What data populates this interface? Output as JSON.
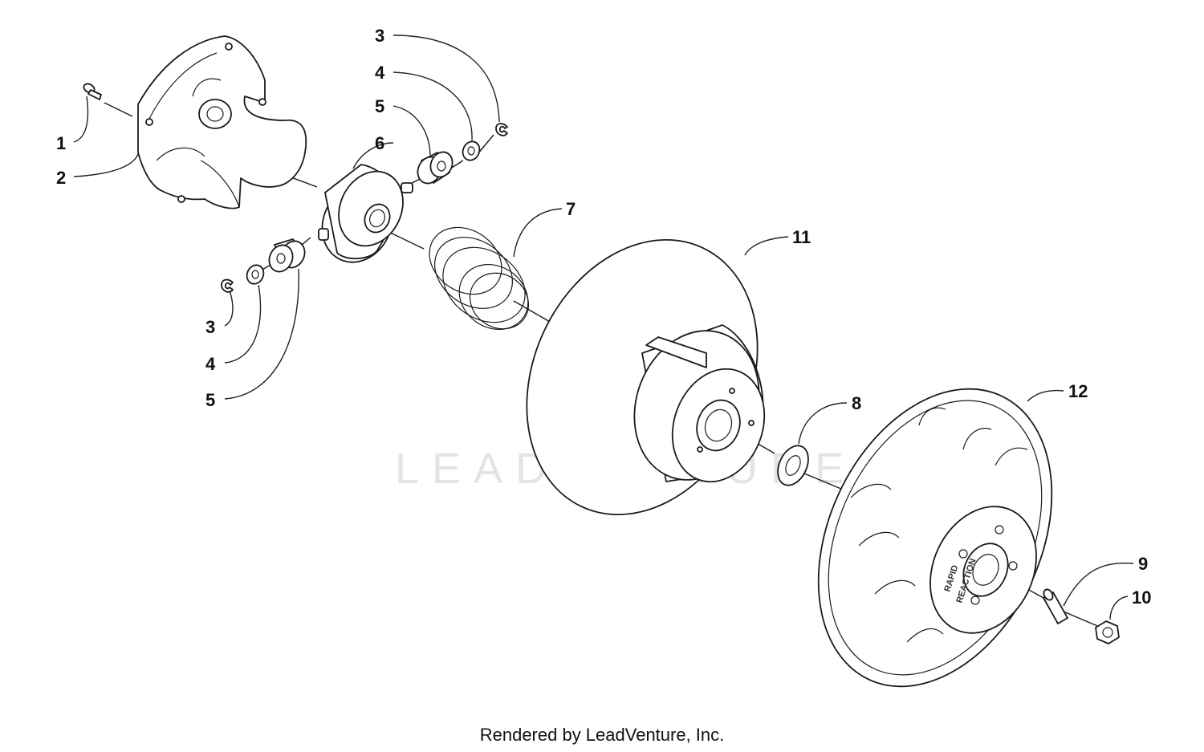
{
  "watermark": {
    "text": "LEADVENTURE"
  },
  "footer": {
    "text": "Rendered by LeadVenture, Inc."
  },
  "embossing": {
    "word1": "RAPID",
    "word2": "REACTION"
  },
  "callouts": [
    {
      "id": "c1",
      "label": "1"
    },
    {
      "id": "c2",
      "label": "2"
    },
    {
      "id": "c3a",
      "label": "3"
    },
    {
      "id": "c4a",
      "label": "4"
    },
    {
      "id": "c5a",
      "label": "5"
    },
    {
      "id": "c6",
      "label": "6"
    },
    {
      "id": "c7",
      "label": "7"
    },
    {
      "id": "c11",
      "label": "11"
    },
    {
      "id": "c3b",
      "label": "3"
    },
    {
      "id": "c4b",
      "label": "4"
    },
    {
      "id": "c5b",
      "label": "5"
    },
    {
      "id": "c8",
      "label": "8"
    },
    {
      "id": "c12",
      "label": "12"
    },
    {
      "id": "c9",
      "label": "9"
    },
    {
      "id": "c10",
      "label": "10"
    }
  ]
}
